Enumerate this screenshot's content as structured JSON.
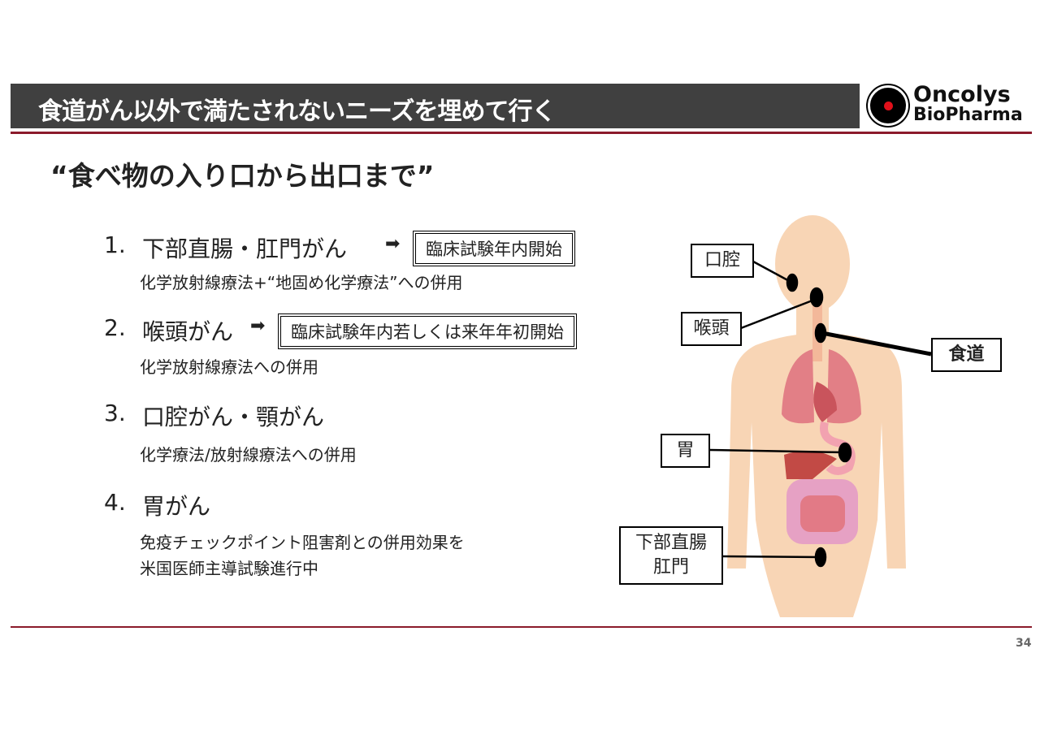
{
  "header": {
    "title": "食道がん以外で満たされないニーズを埋めて行く"
  },
  "logo": {
    "line1": "Oncolys",
    "line2": "BioPharma"
  },
  "subtitle": "“食べ物の入り口から出口まで”",
  "items": [
    {
      "num": "1.",
      "title": "下部直腸・肛門がん",
      "badge": "臨床試験年内開始",
      "desc": [
        "化学放射線療法+“地固め化学療法”への併用"
      ]
    },
    {
      "num": "2.",
      "title": "喉頭がん",
      "badge": "臨床試験年内若しくは来年年初開始",
      "desc": [
        "化学放射線療法への併用"
      ]
    },
    {
      "num": "3.",
      "title": "口腔がん・顎がん",
      "desc": [
        "化学療法/放射線療法への併用"
      ]
    },
    {
      "num": "4.",
      "title": "胃がん",
      "desc": [
        "免疫チェックポイント阻害剤との併用効果を",
        "米国医師主導試験進行中"
      ]
    }
  ],
  "diagram": {
    "labels": {
      "oral": "口腔",
      "larynx": "喉頭",
      "esophagus": "食道",
      "stomach": "胃",
      "rectum1": "下部直腸",
      "rectum2": "肛門"
    }
  },
  "page_number": "34",
  "colors": {
    "header_bg": "#404040",
    "accent": "#8b1a2b",
    "skin": "#f8d5b5"
  }
}
